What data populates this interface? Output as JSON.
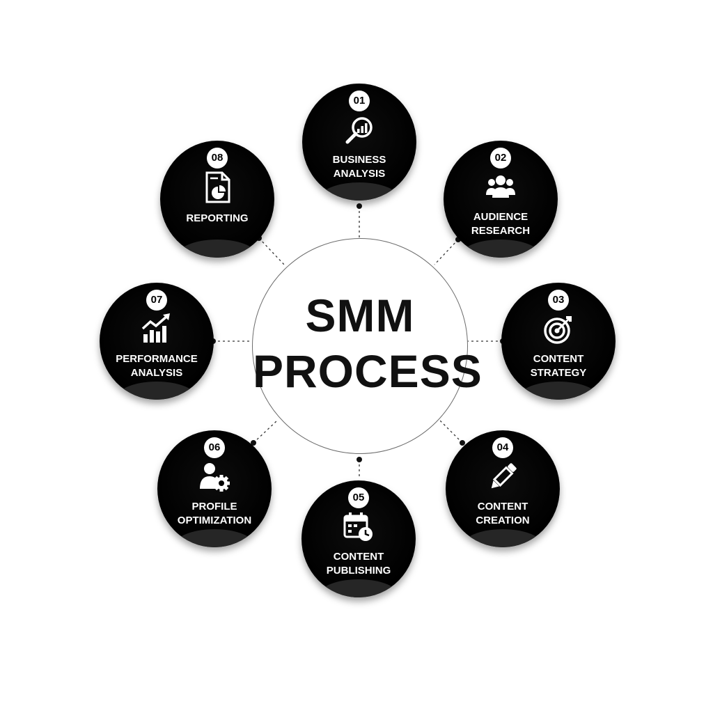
{
  "title": {
    "line1": "SMM",
    "line2": "PROCESS"
  },
  "steps": [
    {
      "number": "01",
      "line1": "BUSINESS",
      "line2": "ANALYSIS",
      "icon": "magnifier-chart-icon"
    },
    {
      "number": "02",
      "line1": "AUDIENCE",
      "line2": "RESEARCH",
      "icon": "people-group-icon"
    },
    {
      "number": "03",
      "line1": "CONTENT",
      "line2": "STRATEGY",
      "icon": "target-icon"
    },
    {
      "number": "04",
      "line1": "CONTENT",
      "line2": "CREATION",
      "icon": "pencil-icon"
    },
    {
      "number": "05",
      "line1": "CONTENT",
      "line2": "PUBLISHING",
      "icon": "calendar-clock-icon"
    },
    {
      "number": "06",
      "line1": "PROFILE",
      "line2": "OPTIMIZATION",
      "icon": "user-gear-icon"
    },
    {
      "number": "07",
      "line1": "PERFORMANCE",
      "line2": "ANALYSIS",
      "icon": "growth-chart-icon"
    },
    {
      "number": "08",
      "line1": "REPORTING",
      "line2": "",
      "icon": "report-document-icon"
    }
  ],
  "colors": {
    "node": "#000000",
    "text": "#ffffff",
    "connector": "#333333",
    "hub_border": "#6b6b6b"
  }
}
